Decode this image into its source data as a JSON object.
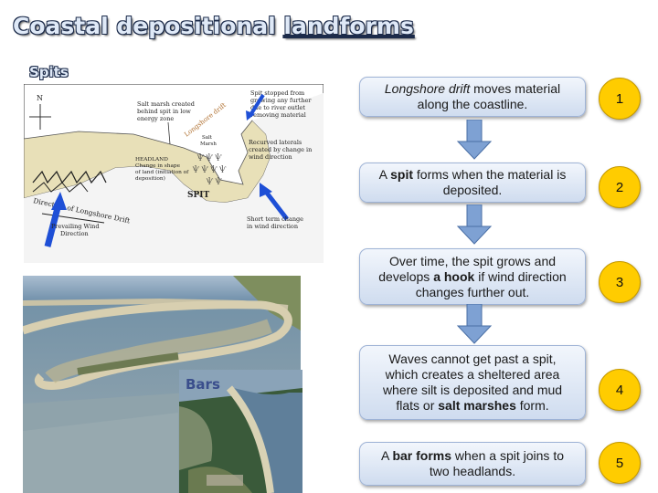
{
  "title": {
    "part1": "Coastal depositional ",
    "part2": "landforms"
  },
  "spits_label": "Spits",
  "bars_label": "Bars",
  "diagram": {
    "north": "N",
    "salt_marsh": [
      "Salt marsh created",
      "behind spit in low",
      "energy zone"
    ],
    "spit_stopped": [
      "Spit stopped from",
      "growing any further",
      "due to river outlet",
      "removing material"
    ],
    "longshore_drift": "Longshore drift",
    "salt_marsh_small": [
      "Salt",
      "Marsh"
    ],
    "recurved": [
      "Recurved laterals",
      "created by change in",
      "wind direction"
    ],
    "headland": [
      "HEADLAND",
      "Change in shape",
      "of land (initiation of",
      "deposition)"
    ],
    "direction": "Direction of Longshore Drift",
    "spit": "SPIT",
    "prevailing": [
      "Prevailing Wind",
      "Direction"
    ],
    "short_term": [
      "Short term change",
      "in wind direction"
    ]
  },
  "steps": [
    {
      "italic": "Longshore drift",
      "rest": " moves material along the coastline.",
      "number": "1"
    },
    {
      "pre": "A ",
      "bold": "spit",
      "post": " forms when the material is deposited.",
      "number": "2"
    },
    {
      "pre": "Over time, the spit grows and develops ",
      "bold": "a hook",
      "post": " if wind direction changes further out.",
      "number": "3"
    },
    {
      "pre": "Waves cannot get past a spit, which creates a sheltered area where silt is deposited and mud flats or ",
      "bold": "salt marshes",
      "post": " form.",
      "number": "4"
    },
    {
      "pre": "A ",
      "bold": "bar forms",
      "post": " when a spit joins to two headlands.",
      "number": "5"
    }
  ],
  "colors": {
    "step_box": "#dce6f4",
    "number_circle": "#ffcc00",
    "arrow": "#7ea1d3"
  }
}
